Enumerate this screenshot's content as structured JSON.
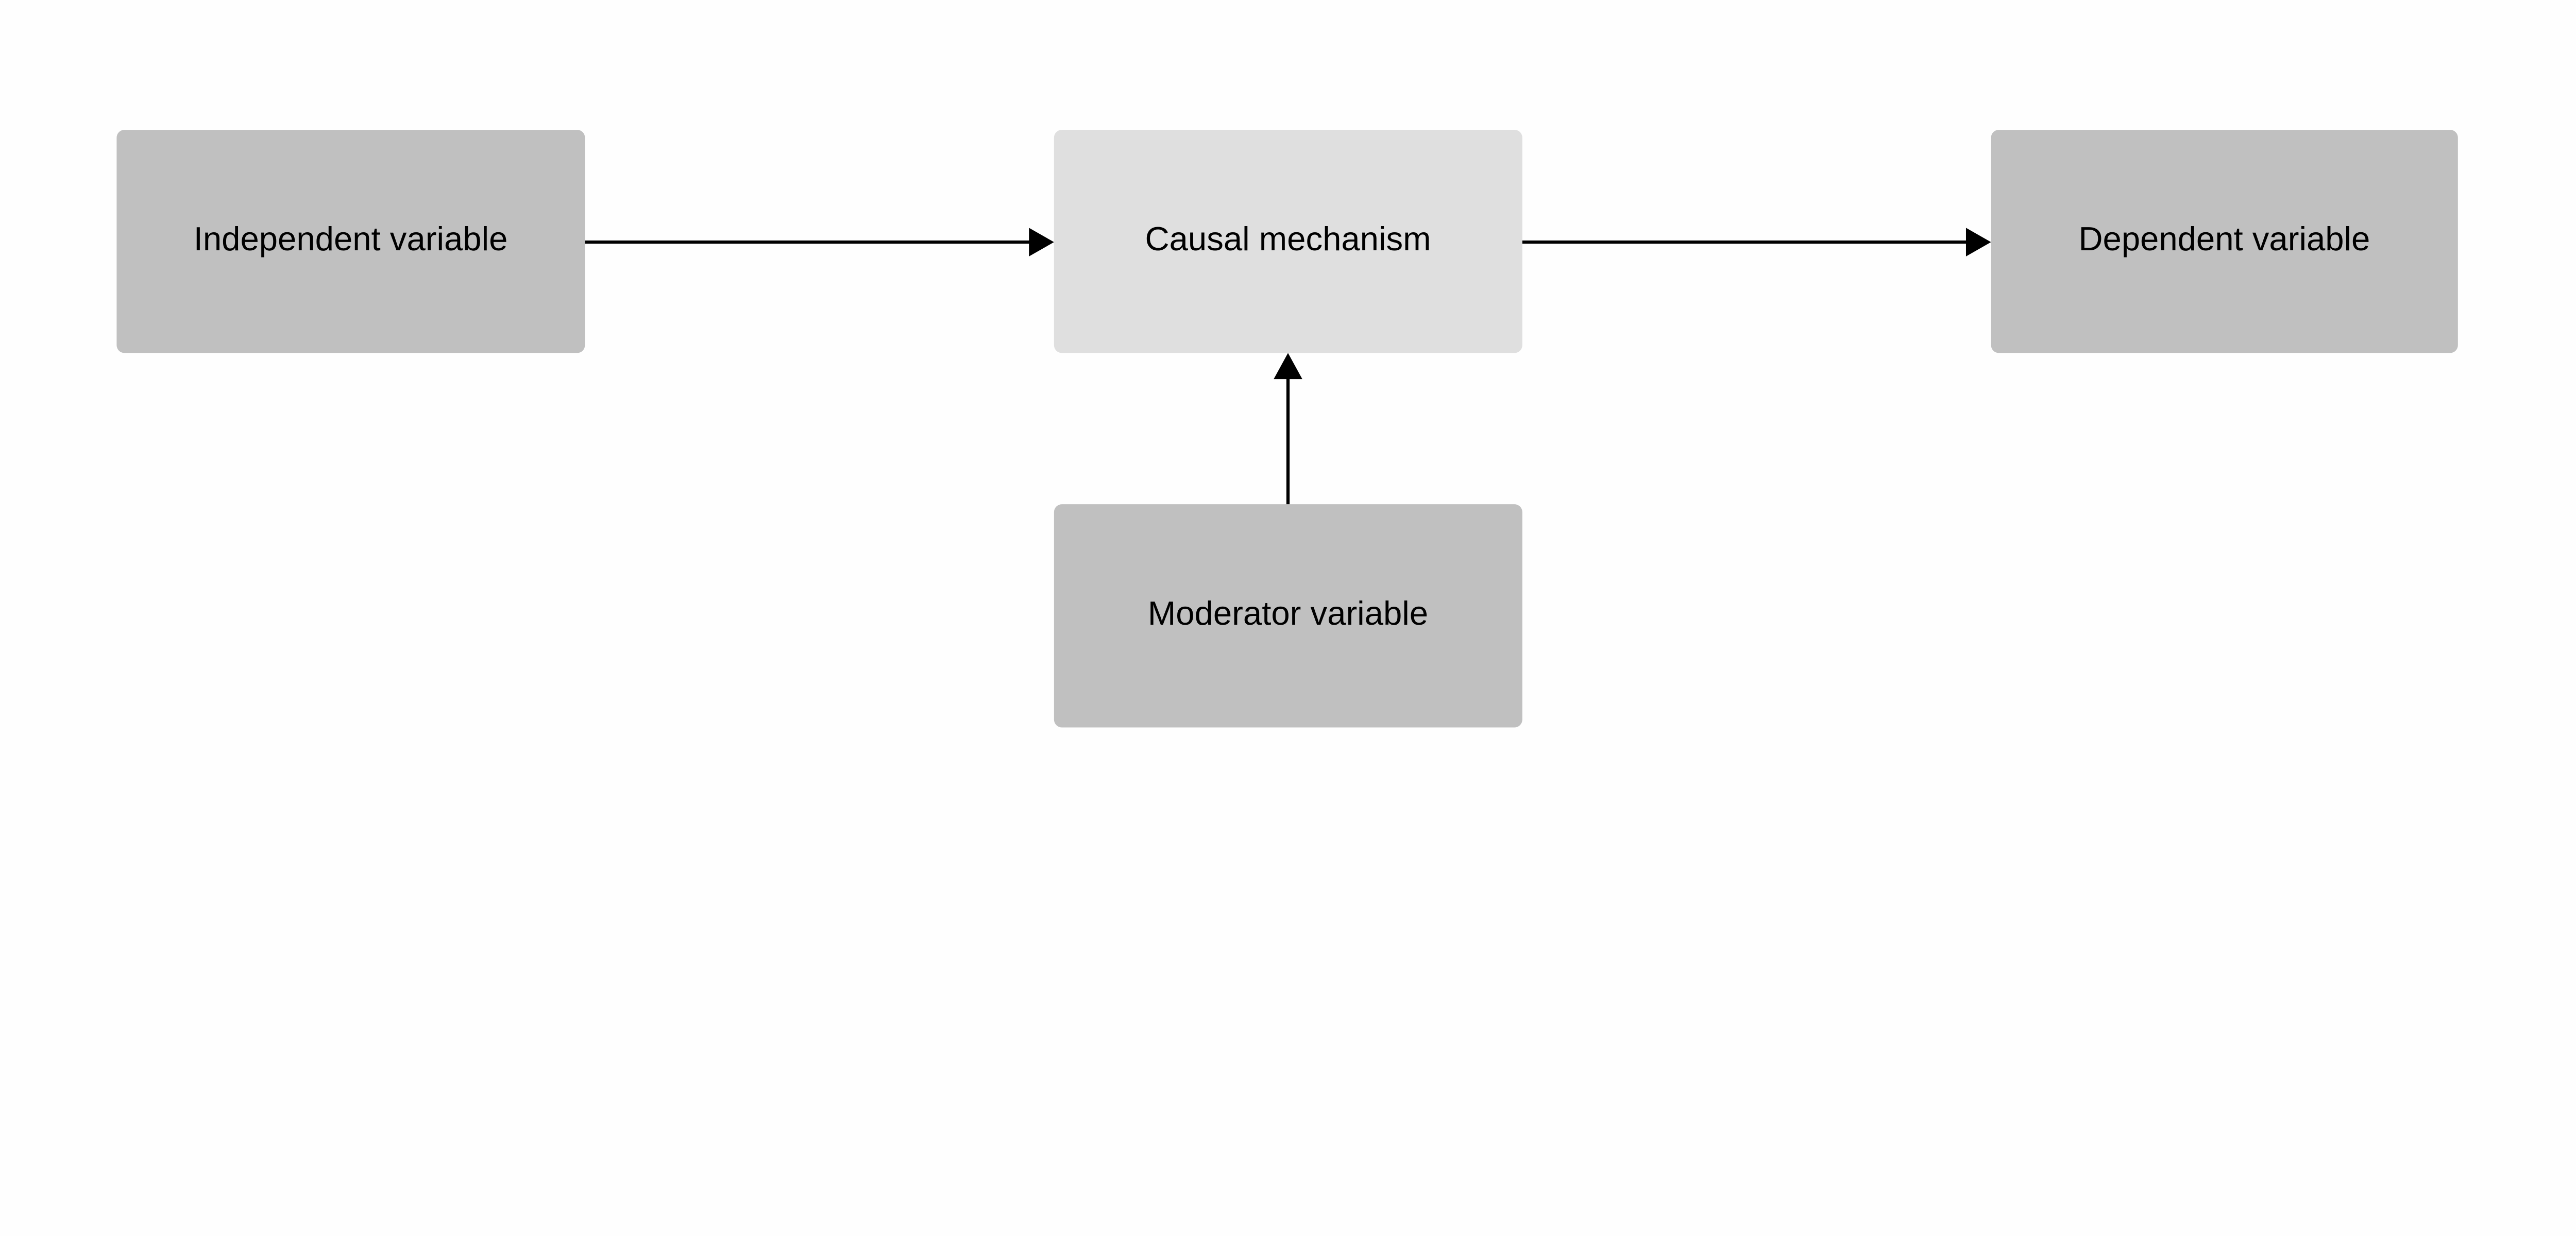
{
  "nodes": {
    "independent": {
      "label": "Independent variable",
      "fill": "#c0c0c0"
    },
    "mechanism": {
      "label": "Causal mechanism",
      "fill": "#dfdfdf"
    },
    "dependent": {
      "label": "Dependent variable",
      "fill": "#c0c0c0"
    },
    "moderator": {
      "label": "Moderator variable",
      "fill": "#c0c0c0"
    }
  },
  "edges": [
    {
      "from": "Independent variable",
      "to": "Causal mechanism"
    },
    {
      "from": "Causal mechanism",
      "to": "Dependent variable"
    },
    {
      "from": "Moderator variable",
      "to": "Causal mechanism"
    }
  ],
  "colors": {
    "edge": "#000000",
    "background": "#fefefe"
  }
}
